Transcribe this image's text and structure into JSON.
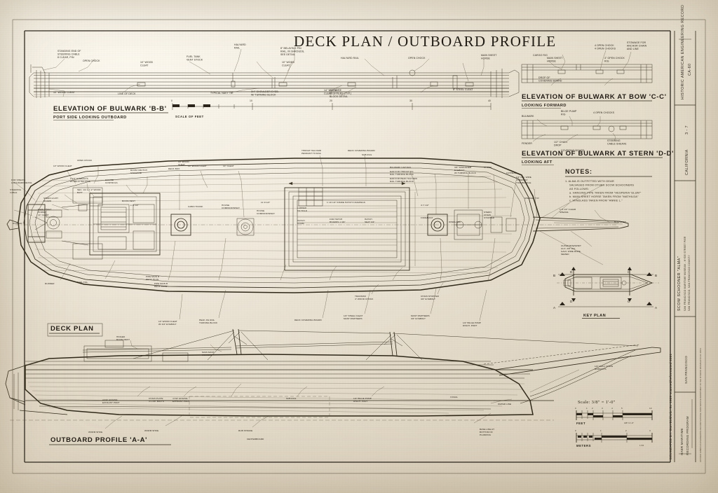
{
  "sheet": {
    "title": "DECK PLAN / OUTBOARD PROFILE",
    "paper_color": "#ece5d8",
    "ink_color": "#2a241b"
  },
  "title_block": {
    "record": "HISTORIC AMERICAN ENGINEERING RECORD",
    "record_number": "CA-60",
    "state": "CALIFORNIA",
    "sheet_number": "3 - 7",
    "vessel_line1": "SCOW SCHOONER \"ALMA\"",
    "vessel_line2": "SAN FRANCISCO MARITIME MUSEUM - HYDE STREET PIER",
    "vessel_line3": "SAN FRANCISCO, SAN FRANCISCO COUNTY",
    "city": "SAN FRANCISCO",
    "program_line1": "HAER MARITIME",
    "program_line2": "RECORDING PROGRAM",
    "delineator": "DELINEATED BY: Don Birkholz, Sr.  1989   scanned/reformatted 2001"
  },
  "views": {
    "bulwark_bb": {
      "label": "ELEVATION OF BULWARK 'B-B'",
      "sub": "PORT SIDE LOOKING OUTBOARD",
      "scale_caption": "SCALE OF FEET",
      "scale_ticks": [
        "0",
        "10",
        "20",
        "30",
        "40"
      ]
    },
    "bulwark_cc": {
      "label": "ELEVATION OF BULWARK AT BOW 'C-C'",
      "sub": "LOOKING FORWARD"
    },
    "bulwark_dd": {
      "label": "ELEVATION OF BULWARK AT STERN 'D-D'",
      "sub": "LOOKING AFT"
    },
    "deck_plan": {
      "label": "DECK PLAN"
    },
    "outboard_profile": {
      "label": "OUTBOARD PROFILE 'A-A'"
    },
    "key_plan": {
      "label": "KEY PLAN",
      "markers": [
        "A",
        "A",
        "B",
        "B",
        "C",
        "C",
        "D",
        "D"
      ]
    }
  },
  "notes": {
    "heading": "NOTES:",
    "items": [
      "1. ALMA IS OUTFITTED WITH GEAR",
      "SALVAGED FROM OTHER SCOW SCHOONERS",
      "AS FOLLOWS:",
      "a. HANGING PIPE TAKEN FROM \"HESPERIA 'GLUM'\"",
      "b. MAIN SHEET HORSE TAKEN FROM \"MATHILDA\"",
      "c. WINDLASS TAKEN FROM \"ANNIE L.\""
    ]
  },
  "scale_block": {
    "caption": "Scale:  3/8\" = 1'-0\"",
    "feet_label": "FEET",
    "meters_label": "METERS",
    "feet_ticks": [
      "0",
      "1",
      "2",
      "3",
      "4",
      "5",
      "10"
    ],
    "meters_ticks": [
      "0",
      "1",
      "2",
      "3"
    ],
    "feet_note": "3/8\"=1'-0\"",
    "meters_note": "1:32"
  },
  "annotations": {
    "bulwark_bb": [
      "STANDING END OF\nSTEERING CABLE\n8 CLEAR, FIG",
      "OPEN CHOCK",
      "10\" WOOD CLEAT",
      "LINE OF DECK",
      "FUEL TANK\nVENT STOCK",
      "10\" WOOD\nCLEAT",
      "TYPICAL NAVY TIE",
      "3/4\" SHOULDER EYEB.\nW/ TURNING BLOCK",
      "HALYARD\nRAIL",
      "8\" BELAYING PIN\nRAIL, IN SHROUDS,\nSEE DETAIL",
      "10\" WOOD\nCLEAT",
      "HALYARD RAIL",
      "14\" WOOD\nCLEAT",
      "1/2\" WIRE\nSTOPPERS (TYP.)\nBLOCK DETAIL",
      "OPEN CHOCK",
      "8\" STEEL CLEAT",
      "MAIN SHEET\nHORSE"
    ],
    "bulwark_cc": [
      "OPEN CHOCK",
      "4 OPEN CHOCKS",
      "STOWAGE FOR\nANCHOR CHAIN\nAND LINE",
      "CATHEAD RIG",
      "MAIN SHEET\nHORSE",
      "4\" OPEN CHOCK\nRIG",
      "DROP OF\nCOVERING BOARD"
    ],
    "bulwark_dd": [
      "BULWARK",
      "BILGE PUMP\nRIG",
      "4 OPEN CHOCKS",
      "FENDER",
      "1/2\" CHAIN\nDROP",
      "STEERING\nCABLE SHEAVE",
      "COVERING BOARD"
    ],
    "deck_plan": [
      "10\" WOOD CLEAT",
      "OPEN CHOCK",
      "2 1/2\" EYEBOLTS\nW/ BELAYING PINS",
      "SEC. 1/2 x 1'-2\" WOOD\nBATT",
      "STERN LIGHT\nBOARD",
      "MAIN SHEET\nHORSE",
      "14\" CLEAT",
      "BOOM CRUTCH\nSTOWAGE",
      "DECK BOX",
      "ENGINE\nCONTROLS",
      "BOOM REST",
      "CABIN TRUNK",
      "HOUSE\nCOMPANIONWAY",
      "11'-8 1/2\"",
      "LADDER\nTO HOLD",
      "HATCH\nCOAMING",
      "1'-10 1/2\" INSIDE HATCH COAMINGS",
      "4'-7 1/2\"",
      "FOREMAST",
      "THROAT HALYARD\nPENDANT TO RAIL",
      "DECK COVERING BOARD",
      "SUB RAIL",
      "10\" WOOD\nCLEAT",
      "BULWARK CAP RAIL",
      "EAR FOR THROAT JIG\nRAIL TURNING BLOCK",
      "EAR FOR PEAK HALYARD\nRAIL TURNING BLOCK",
      "3/4\" SHOULDER\nEYEBOLT\nW/ TURNING BLOCK",
      "EAR FOR MAIN HALY.\nRAIL TURNING BLOCK",
      "10\" WOOD CLEAT",
      "3/4\" DIA. SHOULDER\nEYEBOLT",
      "CHOCK",
      "WINDLASS",
      "CATHEAD",
      "SAMSON\nPOST",
      "CHAIN\nSTOPPER",
      "SHEAVE, TYP.",
      "1/2\" DIA. WIRE\nFORESTAY\nTURNBUCKLE",
      "1'-6 1/2\" CLEAR\nSHEAVE",
      "BOWSPRIT",
      "OUTER BOWSPRIT\nGUY, 3/8\" DIA.\nGALV. WIRE ROPE,\nSEIZED",
      "RUDDER",
      "FUEL FILL",
      "TRANSOM",
      "4\" WOOD CHOCK",
      "PIPE MAIN B\nDECK PLUG",
      "DECK COVERING BOARD",
      "PEAK JIG RAIL\nTURNING BLOCK",
      "1/2\" STEEL CLEAT",
      "MAST PARTNERS"
    ],
    "outboard_profile": [
      "HINGED\nBOOM REST",
      "MAIN MAST\nHOUNDS",
      "VANG PUMP",
      "1/2\" GALV. CHAIN\nBOBSTAYS",
      "WATER LINE",
      "BASE LINE AT\nBOTTOM OF\nPLANKING",
      "WORM SHOE",
      "RUB STRAKE",
      "CENTERBOARD",
      "10\" BILGE PUMP\nDISCH. PORT",
      "4 KW. ENGINE\nEXHAUST PORT",
      "CHAIN PLATE\n3 x 3/8\" BOLTS",
      "SUB RAIL",
      "HOUSE\nTRUNK",
      "DECK",
      "SHROUDS"
    ]
  }
}
